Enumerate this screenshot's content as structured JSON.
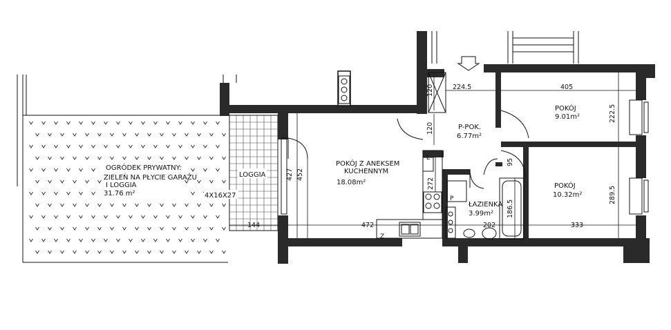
{
  "rooms": {
    "garden": {
      "line1": "OGRÓDEK PRYWATNY:",
      "line2": "ZIELEŃ NA PŁYCIE GARAŻU",
      "line3": "I LOGGIA",
      "area": "31.76 m²"
    },
    "loggia": {
      "label": "LOGGIA"
    },
    "stairs": {
      "label": "4X16X27"
    },
    "living": {
      "line1": "POKÓJ Z ANEKSEM",
      "line2": "KUCHENNYM",
      "area": "18.08m²"
    },
    "hall": {
      "label": "P-POK.",
      "area": "6.77m²"
    },
    "bedroom1": {
      "label": "POKÓJ",
      "area": "9.01m²"
    },
    "bedroom2": {
      "label": "POKÓJ",
      "area": "10.32m²"
    },
    "bathroom": {
      "label": "ŁAZIENKA",
      "area": "3.99m²"
    }
  },
  "dimensions": {
    "d_144": "144",
    "d_472": "472",
    "d_202": "202",
    "d_333": "333",
    "d_405": "405",
    "d_224_5": "224.5",
    "d_222_5": "222.5",
    "d_289_5": "289.5",
    "d_186_5": "186.5",
    "d_272": "272",
    "d_95": "95",
    "d_120a": "120",
    "d_120b": "120",
    "d_452": "452",
    "d_427": "427"
  },
  "fixtures": {
    "fridge": "L",
    "kitchen_z": "Z",
    "pantry": "P"
  }
}
